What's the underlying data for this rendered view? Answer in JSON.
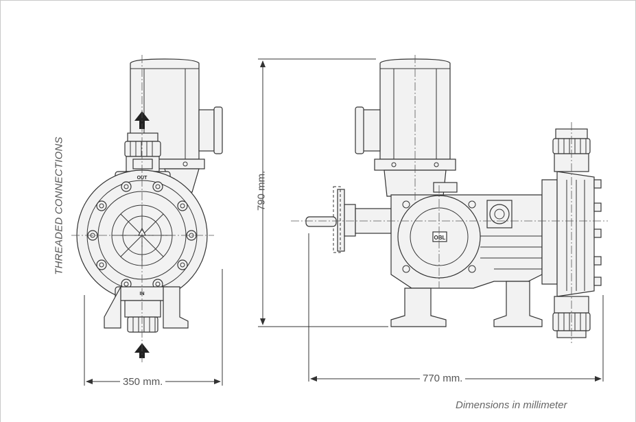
{
  "labels": {
    "side_label": "THREADED CONNECTIONS",
    "outlet_mark": "OUT",
    "inlet_mark": "IN",
    "height_dimension": "790 mm.",
    "width_front": "350 mm.",
    "width_side": "770 mm.",
    "footer_note": "Dimensions in millimeter",
    "logo_badge": "OBL"
  },
  "colors": {
    "line": "#333333",
    "fill": "#f2f2f2",
    "text": "#555555",
    "frame": "#c8c8c8"
  }
}
